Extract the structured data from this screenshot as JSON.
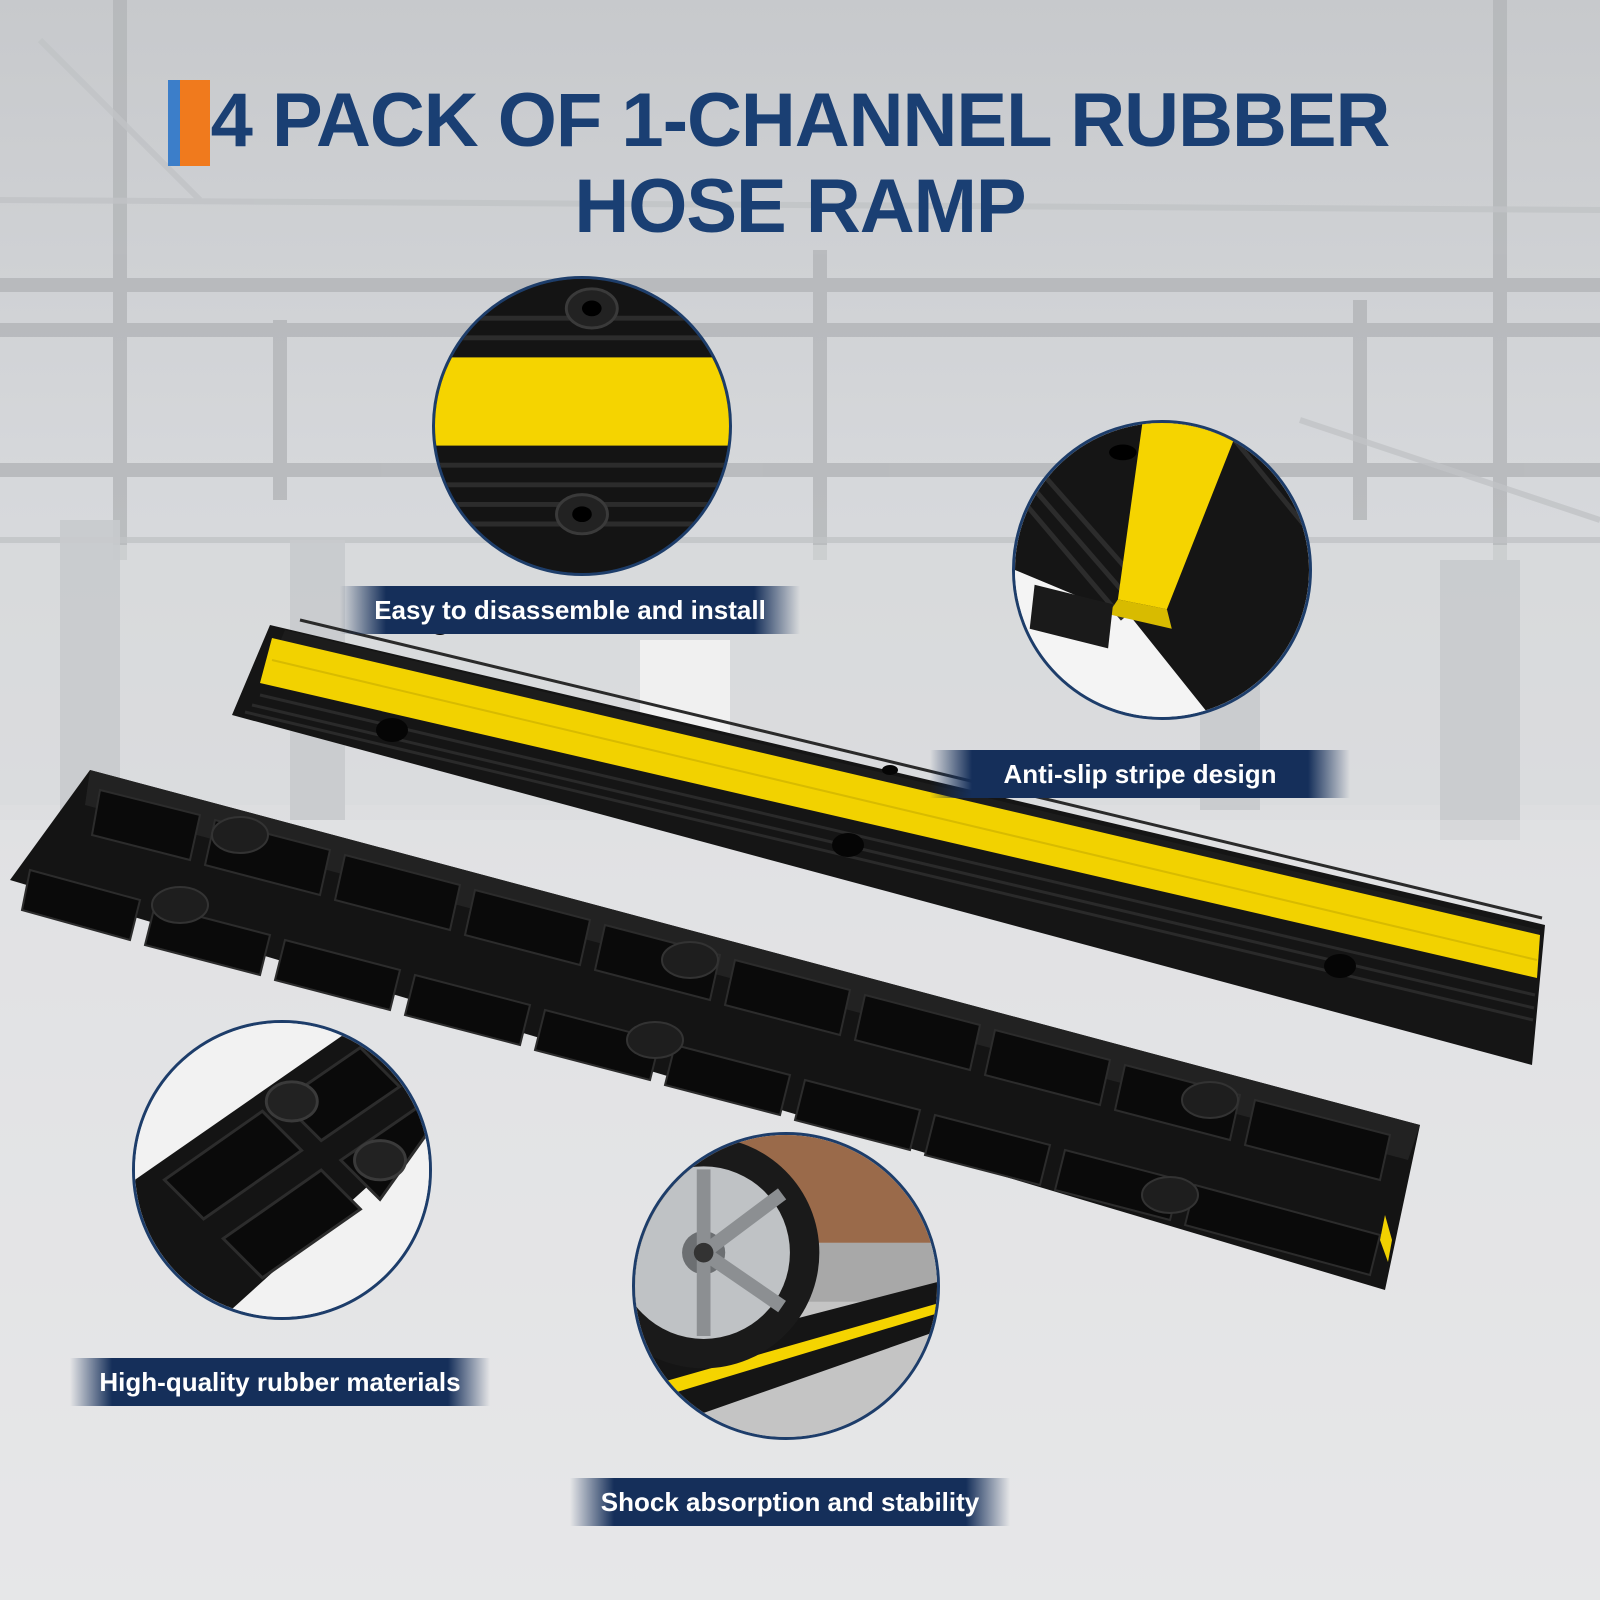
{
  "title": {
    "line1": "4 PACK OF 1-CHANNEL RUBBER",
    "line2": "HOSE RAMP"
  },
  "features": [
    {
      "label": "Easy to disassemble and install",
      "icon": "ramp-top-detail"
    },
    {
      "label": "Anti-slip stripe design",
      "icon": "ramp-anti-slip-detail"
    },
    {
      "label": "High-quality rubber materials",
      "icon": "ramp-underside-detail"
    },
    {
      "label": "Shock absorption and stability",
      "icon": "car-wheel-on-ramp"
    }
  ],
  "colors": {
    "title": "#1a3f73",
    "accent_blue": "#3c7ec9",
    "accent_orange": "#f07a1d",
    "label_bg": "#152f5a",
    "ramp_black": "#141414",
    "ramp_yellow": "#f5d400"
  }
}
